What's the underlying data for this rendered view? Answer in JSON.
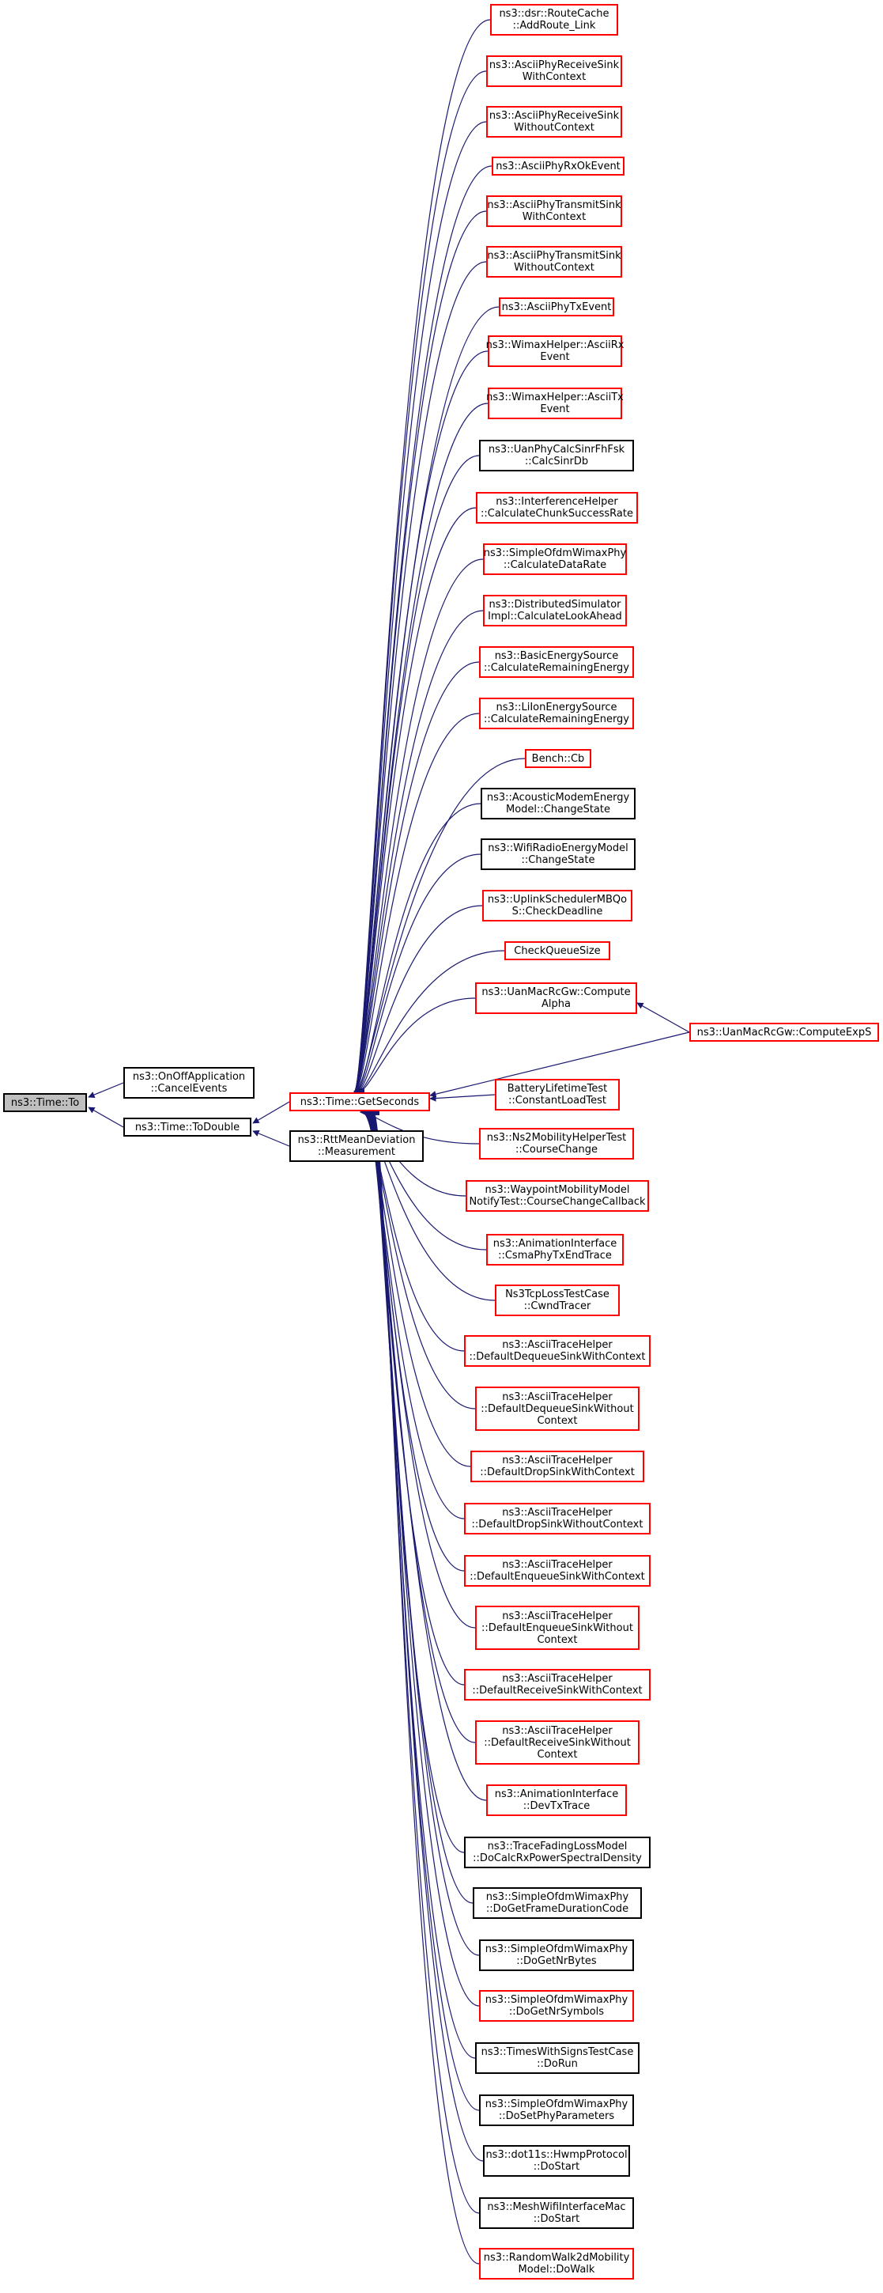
{
  "colors": {
    "edge": "#191970",
    "border_red": "#ff0000",
    "border_black": "#000000",
    "root_fill": "#bfbfbf"
  },
  "nodes": {
    "to": "ns3::Time::To",
    "oncancel": "ns3::OnOffApplication\n::CancelEvents",
    "todouble": "ns3::Time::ToDouble",
    "getseconds": "ns3::Time::GetSeconds",
    "rttmean": "ns3::RttMeanDeviation\n::Measurement",
    "computeexps": "ns3::UanMacRcGw::ComputeExpS",
    "callers": [
      "ns3::dsr::RouteCache\n::AddRoute_Link",
      "ns3::AsciiPhyReceiveSink\nWithContext",
      "ns3::AsciiPhyReceiveSink\nWithoutContext",
      "ns3::AsciiPhyRxOkEvent",
      "ns3::AsciiPhyTransmitSink\nWithContext",
      "ns3::AsciiPhyTransmitSink\nWithoutContext",
      "ns3::AsciiPhyTxEvent",
      "ns3::WimaxHelper::AsciiRx\nEvent",
      "ns3::WimaxHelper::AsciiTx\nEvent",
      "ns3::UanPhyCalcSinrFhFsk\n::CalcSinrDb",
      "ns3::InterferenceHelper\n::CalculateChunkSuccessRate",
      "ns3::SimpleOfdmWimaxPhy\n::CalculateDataRate",
      "ns3::DistributedSimulator\nImpl::CalculateLookAhead",
      "ns3::BasicEnergySource\n::CalculateRemainingEnergy",
      "ns3::LiIonEnergySource\n::CalculateRemainingEnergy",
      "Bench::Cb",
      "ns3::AcousticModemEnergy\nModel::ChangeState",
      "ns3::WifiRadioEnergyModel\n::ChangeState",
      "ns3::UplinkSchedulerMBQo\nS::CheckDeadline",
      "CheckQueueSize",
      "ns3::UanMacRcGw::Compute\nAlpha",
      "BatteryLifetimeTest\n::ConstantLoadTest",
      "ns3::Ns2MobilityHelperTest\n::CourseChange",
      "ns3::WaypointMobilityModel\nNotifyTest::CourseChangeCallback",
      "ns3::AnimationInterface\n::CsmaPhyTxEndTrace",
      "Ns3TcpLossTestCase\n::CwndTracer",
      "ns3::AsciiTraceHelper\n::DefaultDequeueSinkWithContext",
      "ns3::AsciiTraceHelper\n::DefaultDequeueSinkWithout\nContext",
      "ns3::AsciiTraceHelper\n::DefaultDropSinkWithContext",
      "ns3::AsciiTraceHelper\n::DefaultDropSinkWithoutContext",
      "ns3::AsciiTraceHelper\n::DefaultEnqueueSinkWithContext",
      "ns3::AsciiTraceHelper\n::DefaultEnqueueSinkWithout\nContext",
      "ns3::AsciiTraceHelper\n::DefaultReceiveSinkWithContext",
      "ns3::AsciiTraceHelper\n::DefaultReceiveSinkWithout\nContext",
      "ns3::AnimationInterface\n::DevTxTrace",
      "ns3::TraceFadingLossModel\n::DoCalcRxPowerSpectralDensity",
      "ns3::SimpleOfdmWimaxPhy\n::DoGetFrameDurationCode",
      "ns3::SimpleOfdmWimaxPhy\n::DoGetNrBytes",
      "ns3::SimpleOfdmWimaxPhy\n::DoGetNrSymbols",
      "ns3::TimesWithSignsTestCase\n::DoRun",
      "ns3::SimpleOfdmWimaxPhy\n::DoSetPhyParameters",
      "ns3::dot11s::HwmpProtocol\n::DoStart",
      "ns3::MeshWifiInterfaceMac\n::DoStart",
      "ns3::RandomWalk2dMobility\nModel::DoWalk"
    ]
  }
}
